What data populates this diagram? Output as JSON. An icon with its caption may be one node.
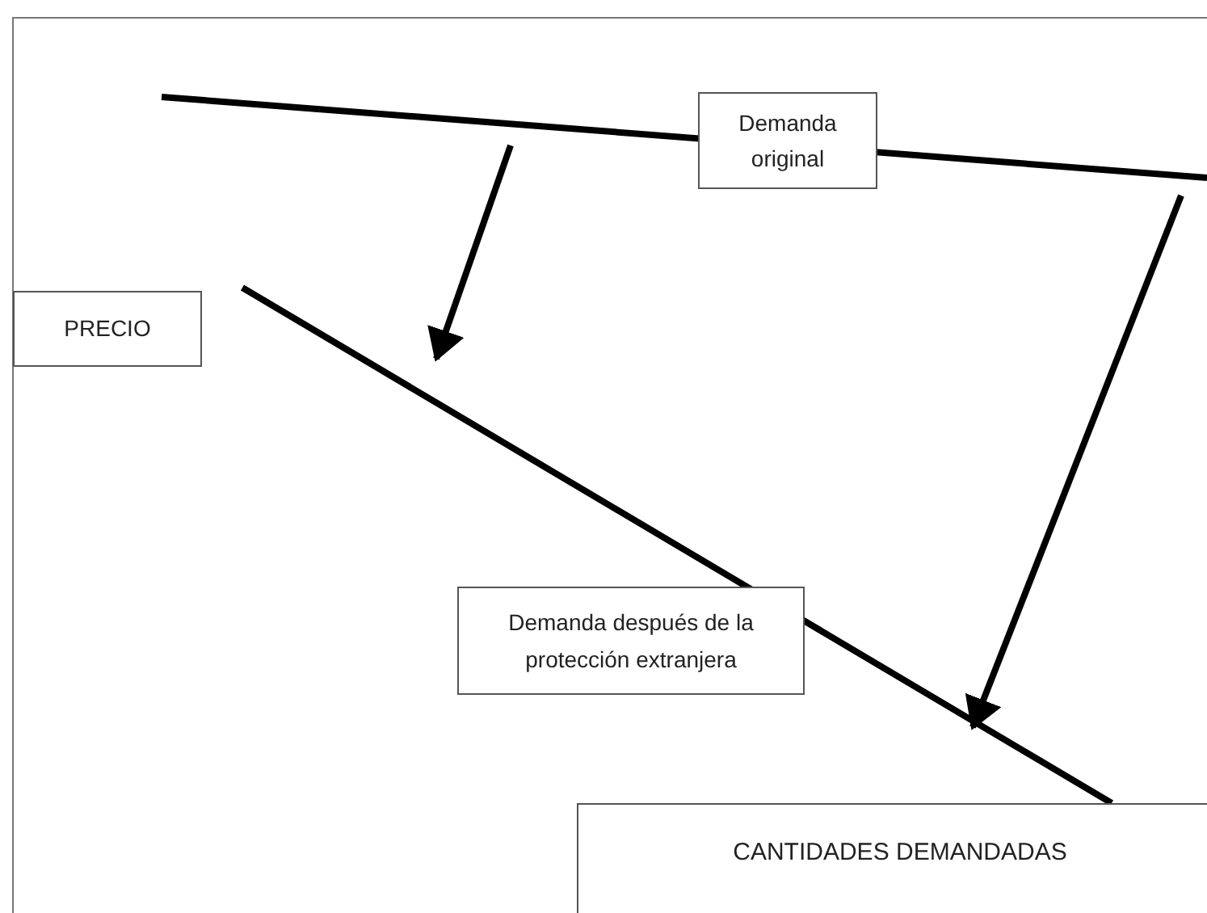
{
  "diagram": {
    "nodes": [
      {
        "text": [
          "Demanda original"
        ]
      },
      {
        "text": [
          "PRECIO"
        ]
      },
      {
        "text": [
          "Demanda después de la protección extranjera"
        ]
      },
      {
        "text": [
          "CANTIDADES DEMANDADAS"
        ]
      }
    ]
  }
}
